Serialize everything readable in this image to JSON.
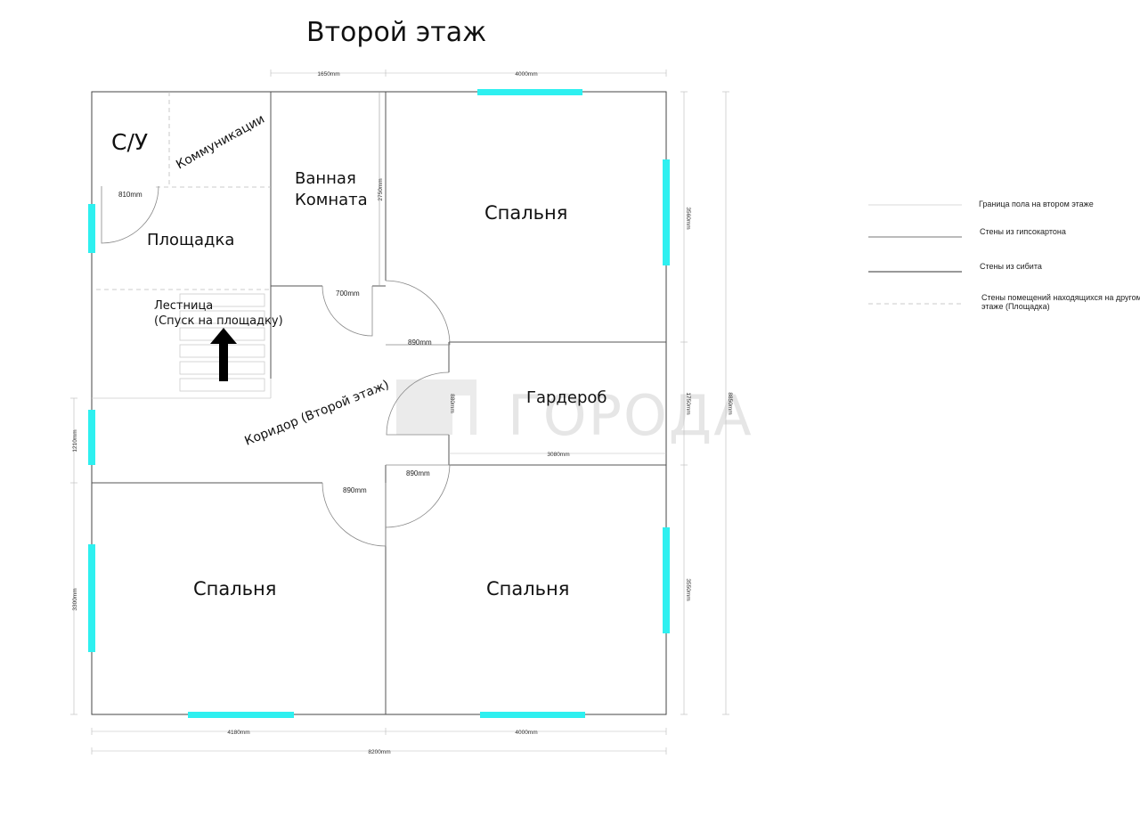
{
  "title": "Второй этаж",
  "rooms": {
    "su": "С/У",
    "communications": "Коммуникации",
    "bathroom_line1": "Ванная",
    "bathroom_line2": "Комната",
    "bedroom_top": "Спальня",
    "landing": "Площадка",
    "stairs_line1": "Лестница",
    "stairs_line2": "(Спуск на площадку)",
    "wardrobe": "Гардероб",
    "corridor": "Коридор (Второй этаж)",
    "bedroom_bottom_left": "Спальня",
    "bedroom_bottom_right": "Спальня"
  },
  "dimensions": {
    "top_1": "1650mm",
    "top_2": "4000mm",
    "bottom_1": "4180mm",
    "bottom_2": "4000mm",
    "bottom_total": "8200mm",
    "right_1": "3560mm",
    "right_2": "1750mm",
    "right_3": "3550mm",
    "right_total": "8850mm",
    "left_1": "1210mm",
    "left_2": "3300mm",
    "bath_height": "2750mm",
    "wardrobe_width": "3080mm",
    "wardrobe_door": "880mm"
  },
  "doors": {
    "landing": "810mm",
    "bathroom": "700mm",
    "bedroom_top": "890mm",
    "bedroom_bottom_left": "890mm",
    "bedroom_bottom_right": "890mm"
  },
  "legend": {
    "floor_border": "Граница пола на втором этаже",
    "drywall": "Стены из гипсокартона",
    "sibit": "Стены из сибита",
    "other_floor_line1": "Стены помещений находящихся на другом",
    "other_floor_line2": "этаже (Площадка)"
  },
  "watermark": "ГОРОДА",
  "colors": {
    "window": "#2ef0f0",
    "wall": "#444444",
    "watermark": "#e6e6e6"
  }
}
